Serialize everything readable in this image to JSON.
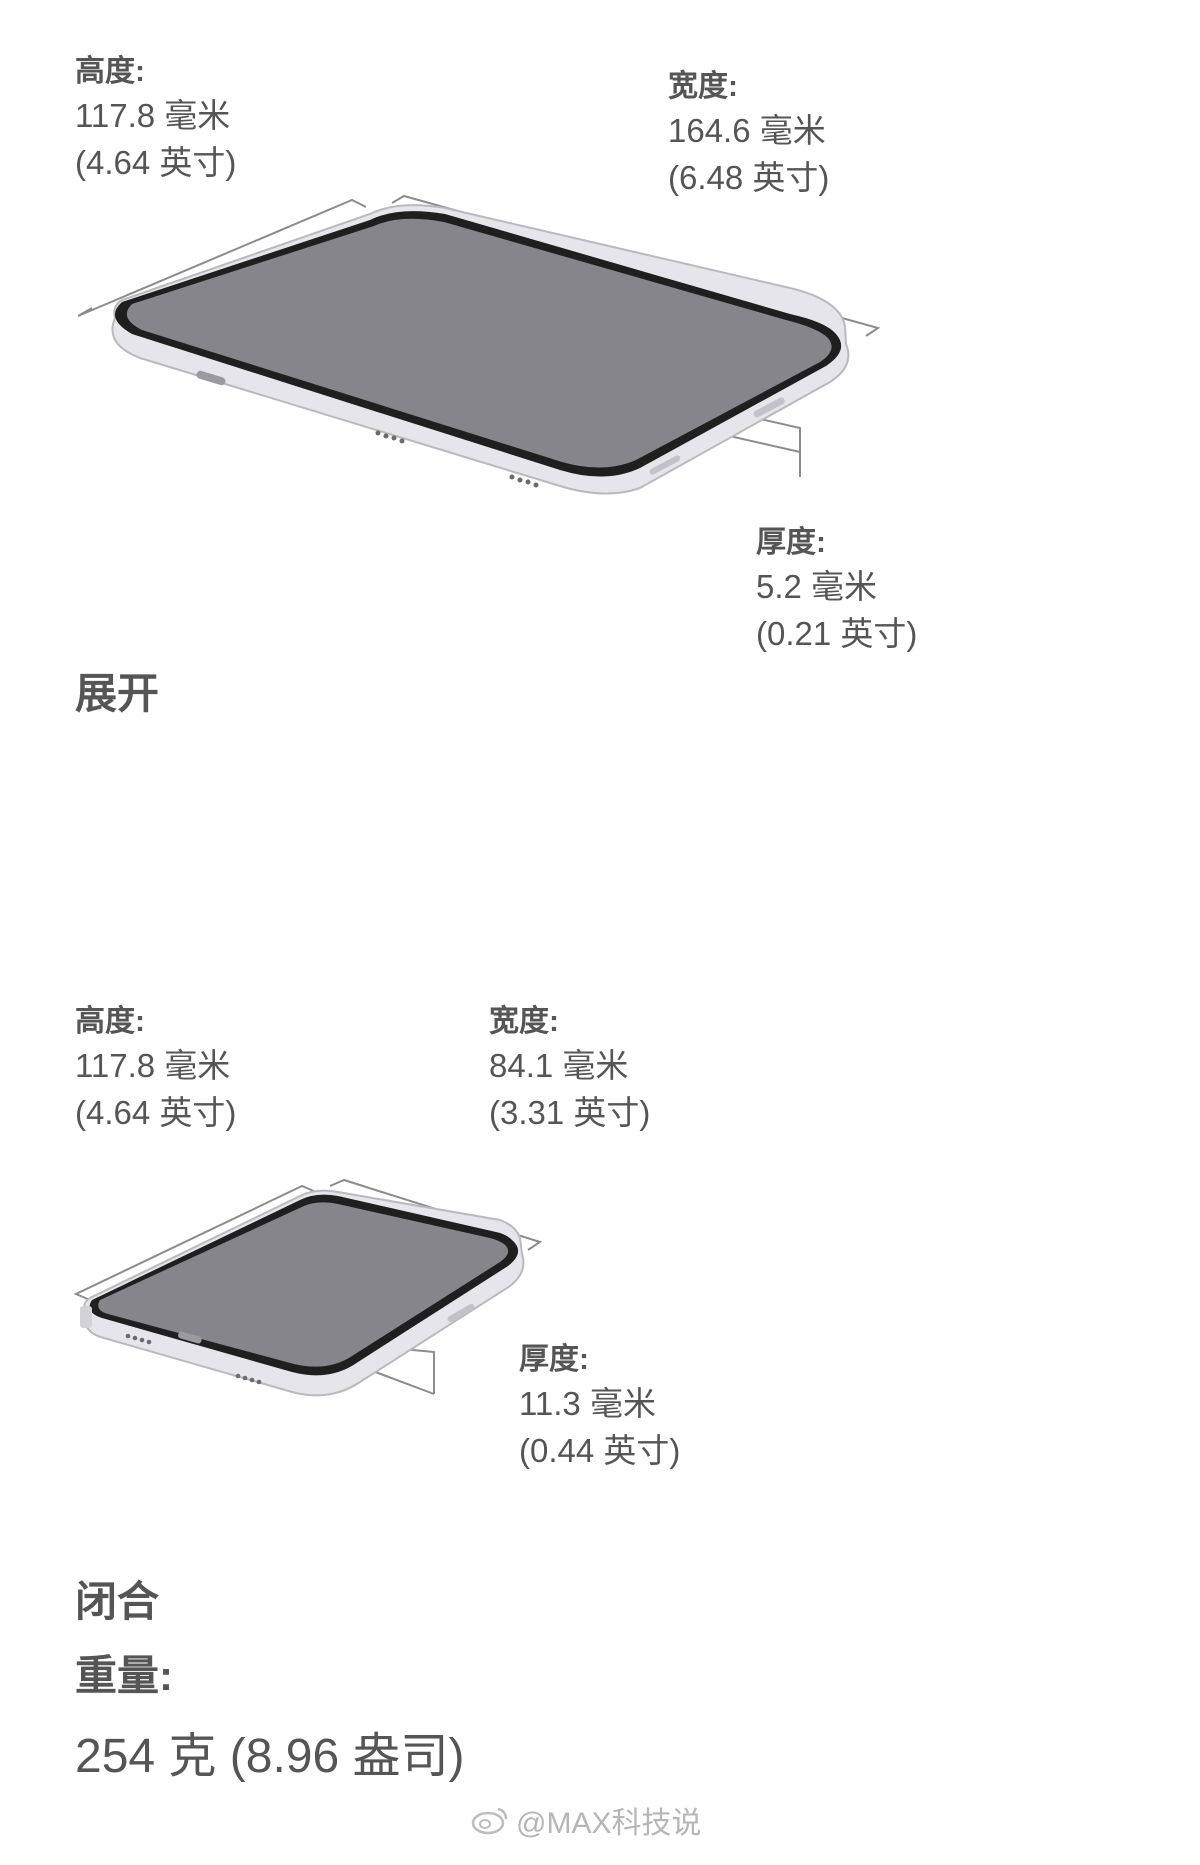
{
  "unfolded": {
    "height": {
      "label": "高度:",
      "mm": "117.8 毫米",
      "inch": "(4.64 英寸)"
    },
    "width": {
      "label": "宽度:",
      "mm": "164.6 毫米",
      "inch": "(6.48 英寸)"
    },
    "thickness": {
      "label": "厚度:",
      "mm": "5.2 毫米",
      "inch": "(0.21 英寸)"
    },
    "title": "展开"
  },
  "folded": {
    "height": {
      "label": "高度:",
      "mm": "117.8 毫米",
      "inch": "(4.64 英寸)"
    },
    "width": {
      "label": "宽度:",
      "mm": "84.1 毫米",
      "inch": "(3.31 英寸)"
    },
    "thickness": {
      "label": "厚度:",
      "mm": "11.3 毫米",
      "inch": "(0.44 英寸)"
    },
    "title": "闭合"
  },
  "weight": {
    "label": "重量:",
    "value": "254 克 (8.96 盎司)"
  },
  "watermark": "@MAX科技说",
  "colors": {
    "screen": "#86868a",
    "bezel": "#1f1f1f",
    "frame": "#e6e6ea",
    "text": "#555555"
  }
}
